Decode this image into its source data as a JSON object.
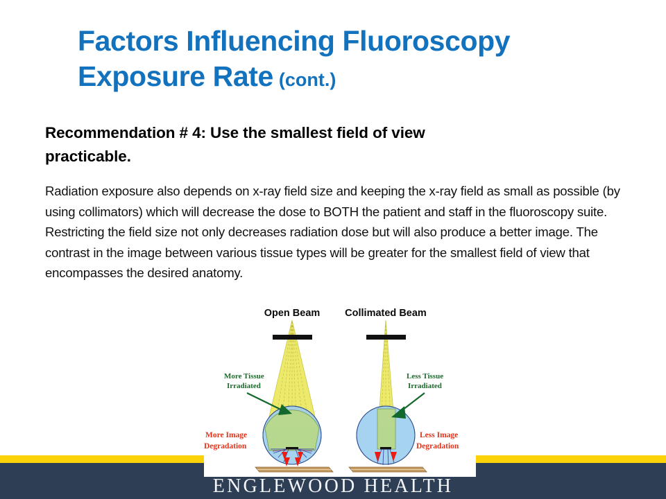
{
  "slide": {
    "title_line1": "Factors Influencing Fluoroscopy",
    "title_line2": "Exposure Rate",
    "title_suffix": "(cont.)",
    "title_color": "#1272BD",
    "recommendation": "Recommendation # 4:  Use the smallest field of view practicable.",
    "paragraph": "Radiation exposure also depends on x-ray field size and keeping the x-ray field as small as possible (by using collimators) which will decrease the dose to BOTH the patient and staff in the fluoroscopy suite.  Restricting the field size not only decreases radiation dose but will also produce a better image.  The contrast in the image between various tissue types will be greater for the smallest field of view that encompasses the desired anatomy."
  },
  "diagram": {
    "left_panel": {
      "heading": "Open Beam",
      "tissue_label_line1": "More Tissue",
      "tissue_label_line2": "Irradiated",
      "degradation_label_line1": "More Image",
      "degradation_label_line2": "Degradation"
    },
    "right_panel": {
      "heading": "Collimated Beam",
      "tissue_label_line1": "Less Tissue",
      "tissue_label_line2": "Irradiated",
      "degradation_label_line1": "Less Image",
      "degradation_label_line2": "Degradation"
    },
    "colors": {
      "beam": "#EDE96B",
      "body": "#9FD0EE",
      "irradiated_tissue": "#B8D98A",
      "collimator": "#111111",
      "table": "#C49A5E",
      "green_label": "#1E6B2E",
      "red_label": "#E2341B",
      "scatter_arrow": "#EE1B10"
    }
  },
  "footer": {
    "brand": "ENGLEWOOD HEALTH",
    "accent_color": "#FCD209",
    "band_color": "#2E3F55"
  }
}
